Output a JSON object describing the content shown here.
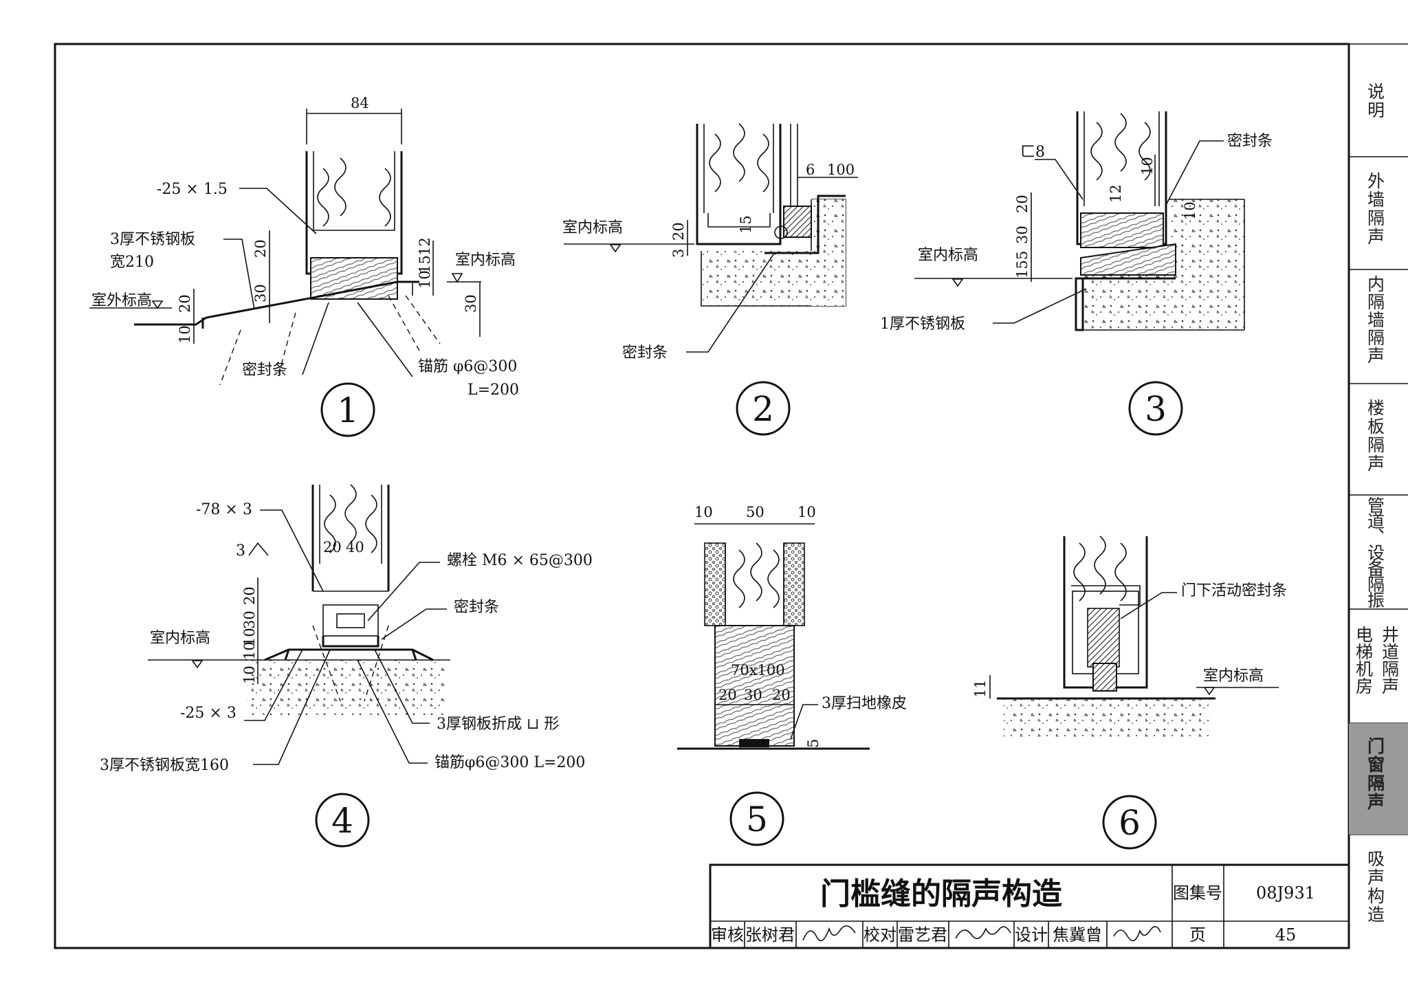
{
  "sheet": {
    "title": "门槛缝的隔声构造",
    "atlas_label": "图集号",
    "atlas_no": "08J931",
    "page_label": "页",
    "page_no": "45",
    "review_label": "审核",
    "reviewer": "张树君",
    "check_label": "校对",
    "checker": "雷艺君",
    "design_label": "设计",
    "designer": "焦冀曾"
  },
  "sidebar": {
    "tabs": [
      {
        "label": "说明"
      },
      {
        "label": "外墙隔声"
      },
      {
        "label": "内隔墙隔声"
      },
      {
        "label": "楼板隔声"
      },
      {
        "label": "管道、设备隔振"
      },
      {
        "label": "电梯机房"
      },
      {
        "label": "井道隔声"
      },
      {
        "label": "门窗隔声",
        "active": true
      },
      {
        "label": "吸声构造"
      }
    ]
  },
  "details": {
    "d1": {
      "number": "1",
      "dim_width": "84",
      "label_steel": "-25 × 1.5",
      "label_plate": "3厚不锈钢板",
      "label_plate_width": "宽210",
      "label_outdoor": "室外标高",
      "label_indoor": "室内标高",
      "label_seal": "密封条",
      "label_anchor": "锚筋 φ6@300",
      "label_anchor_len": "L=200",
      "dims": [
        "20",
        "30",
        "20",
        "10",
        "12",
        "15",
        "10",
        "30"
      ]
    },
    "d2": {
      "number": "2",
      "label_indoor": "室内标高",
      "label_seal": "密封条",
      "dim_a": "6",
      "dim_b": "100",
      "dims": [
        "20",
        "3",
        "15"
      ]
    },
    "d3": {
      "number": "3",
      "label_seal": "密封条",
      "label_angle": "ㄈ8",
      "label_indoor": "室内标高",
      "label_plate": "1厚不锈钢板",
      "dims": [
        "20",
        "30",
        "5",
        "15",
        "12",
        "10",
        "10"
      ]
    },
    "d4": {
      "number": "4",
      "label_flat1": "-78 × 3",
      "label_weld": "3",
      "label_bolt": "螺栓 M6 × 65@300",
      "label_seal": "密封条",
      "label_indoor": "室内标高",
      "label_flat2": "-25 × 3",
      "label_channel": "3厚钢板折成 ⊔ 形",
      "label_plate": "3厚不锈钢板宽160",
      "label_anchor": "锚筋φ6@300  L=200",
      "dims": [
        "20",
        "40",
        "20",
        "30",
        "10",
        "10",
        "10"
      ]
    },
    "d5": {
      "number": "5",
      "dim_top": [
        "10",
        "50",
        "10"
      ],
      "label_section": "70x100",
      "dim_bottom": [
        "20",
        "30",
        "20"
      ],
      "label_sweep": "3厚扫地橡皮",
      "dim_gap": "5"
    },
    "d6": {
      "number": "6",
      "label_seal": "门下活动密封条",
      "label_indoor": "室内标高",
      "dim_gap": "11"
    }
  }
}
